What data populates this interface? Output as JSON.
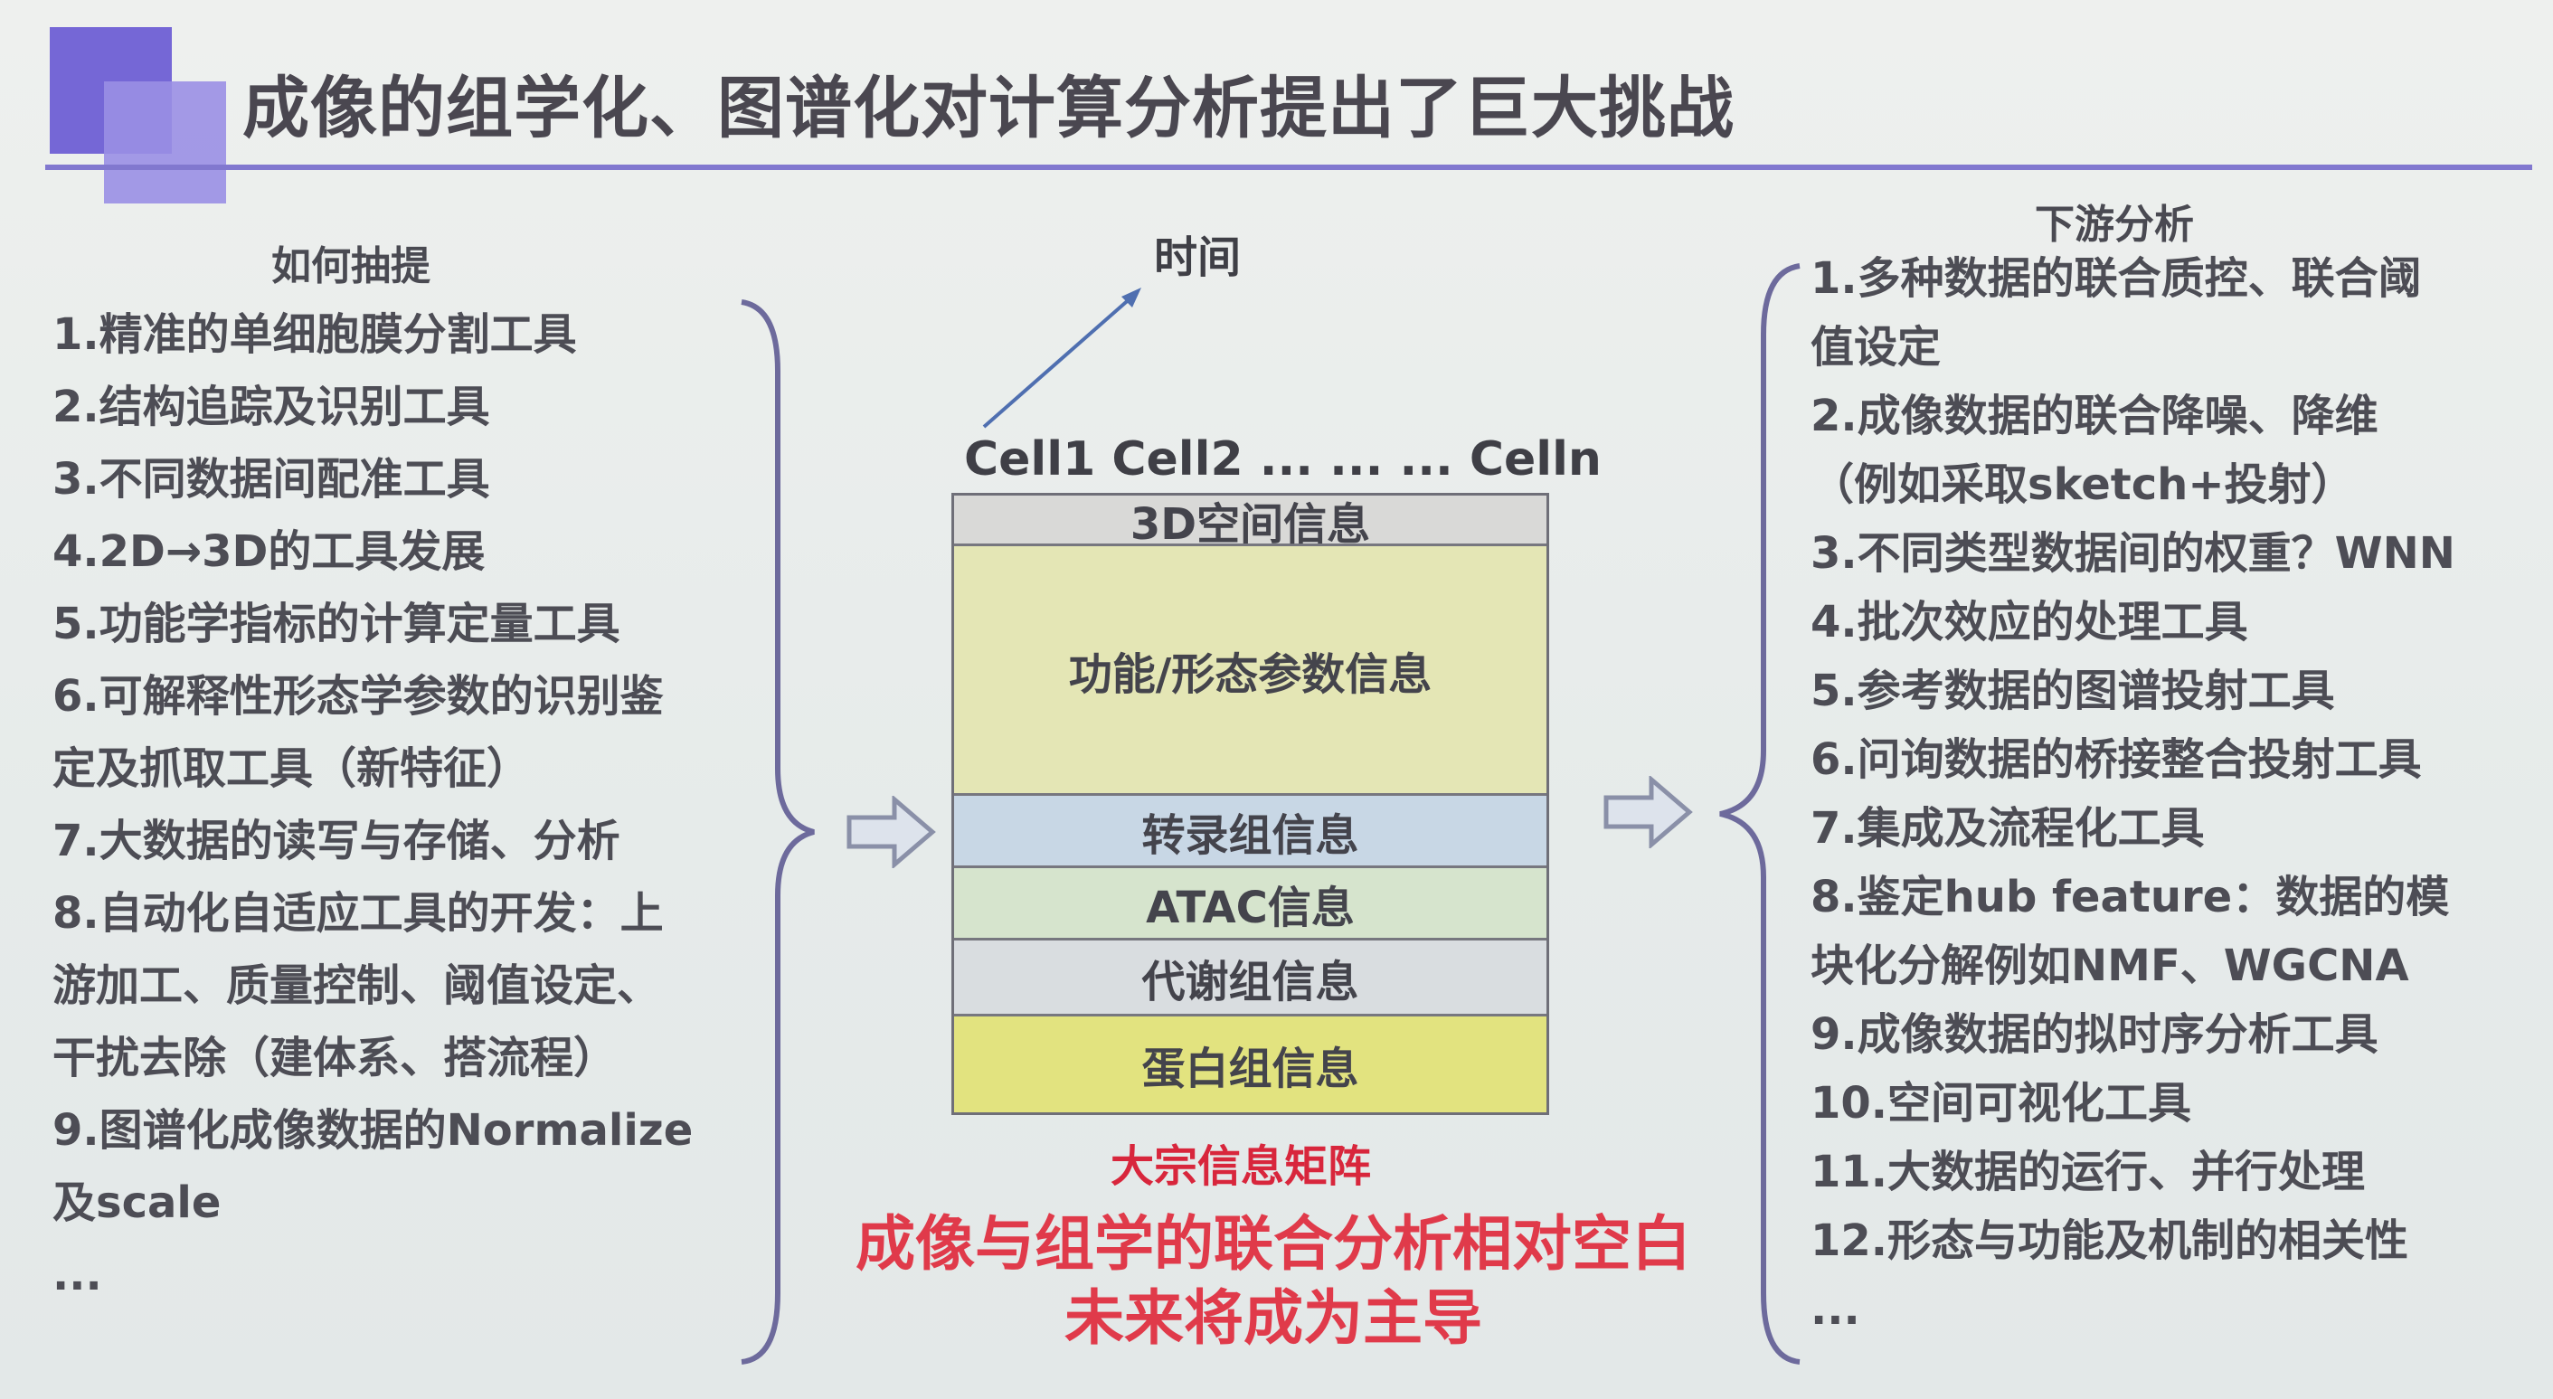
{
  "title": "成像的组学化、图谱化对计算分析提出了巨大挑战",
  "left": {
    "heading": "如何抽提",
    "items": [
      "1.精准的单细胞膜分割工具",
      "2.结构追踪及识别工具",
      "3.不同数据间配准工具",
      "4.2D→3D的工具发展",
      "5.功能学指标的计算定量工具",
      "6.可解释性形态学参数的识别鉴",
      "定及抓取工具（新特征）",
      "7.大数据的读写与存储、分析",
      "8.自动化自适应工具的开发：上",
      "游加工、质量控制、阈值设定、",
      "干扰去除（建体系、搭流程）",
      "9.图谱化成像数据的Normalize",
      "及scale",
      "..."
    ]
  },
  "center": {
    "axis_label": "时间",
    "cells_label": "Cell1 Cell2 ... ... ...  Celln",
    "rows": [
      "3D空间信息",
      "功能/形态参数信息",
      "转录组信息",
      "ATAC信息",
      "代谢组信息",
      "蛋白组信息"
    ],
    "caption": "大宗信息矩阵",
    "highlight_line1": "成像与组学的联合分析相对空白",
    "highlight_line2": "未来将成为主导"
  },
  "right": {
    "heading": "下游分析",
    "items": [
      "1.多种数据的联合质控、联合阈",
      "值设定",
      "2.成像数据的联合降噪、降维",
      "（例如采取sketch+投射）",
      "3.不同类型数据间的权重？WNN",
      "4.批次效应的处理工具",
      "5.参考数据的图谱投射工具",
      "6.问询数据的桥接整合投射工具",
      "7.集成及流程化工具",
      "8.鉴定hub feature：数据的模",
      "块化分解例如NMF、WGCNA",
      "9.成像数据的拟时序分析工具",
      "10.空间可视化工具",
      "11.大数据的运行、并行处理",
      "12.形态与功能及机制的相关性",
      "..."
    ]
  },
  "colors": {
    "accent_purple": "#7567d6",
    "highlight_red": "#e03a4a",
    "row_func": "#e4e6b5",
    "row_trans": "#c8d7e5",
    "row_atac": "#d6e4cd",
    "row_prot": "#e2e37f"
  }
}
